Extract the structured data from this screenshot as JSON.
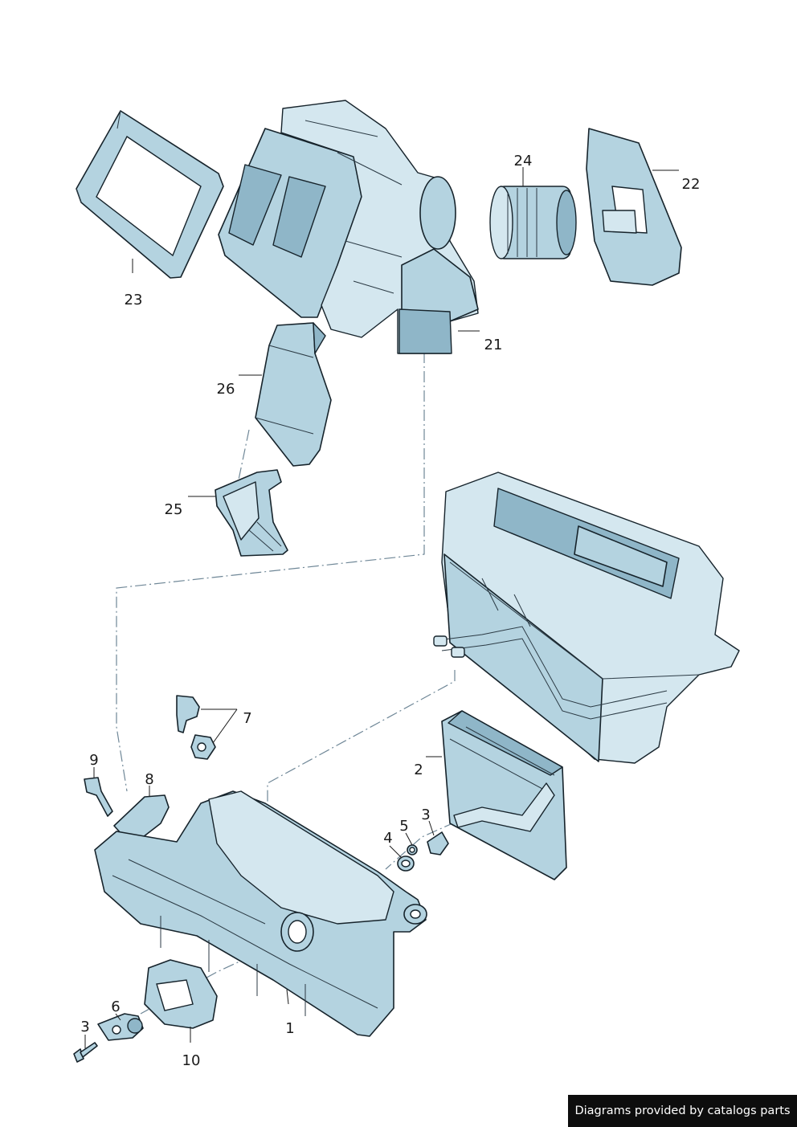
{
  "callouts": {
    "c1": "1",
    "c2": "2",
    "c3a": "3",
    "c3b": "3",
    "c4": "4",
    "c5": "5",
    "c6": "6",
    "c7": "7",
    "c8": "8",
    "c9": "9",
    "c10": "10",
    "c21": "21",
    "c22": "22",
    "c23": "23",
    "c24": "24",
    "c25": "25",
    "c26": "26"
  },
  "footer": {
    "credit": "Diagrams provided by catalogs parts"
  },
  "colors": {
    "part_fill": "#b4d3e0",
    "outline": "#16232b",
    "credit_background": "#0d0d0d"
  }
}
